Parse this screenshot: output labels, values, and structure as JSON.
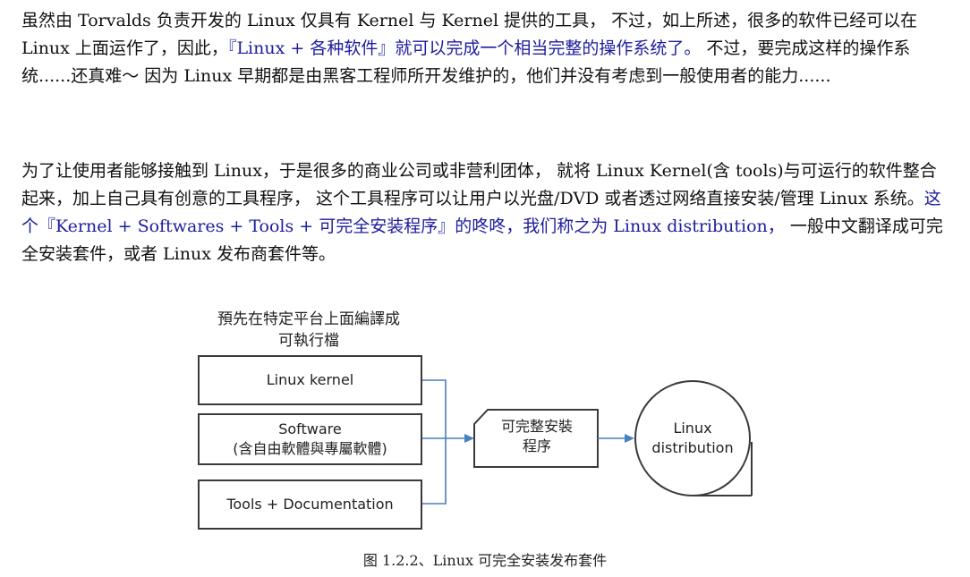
{
  "paragraph1": {
    "part1": "虽然由 Torvalds 负责开发的 Linux 仅具有 Kernel 与 Kernel 提供的工具， 不过，如上所述，很多的软件已经可以在 Linux 上面运作了，因此，",
    "highlight": "『Linux + 各种软件』就可以完成一个相当完整的操作系统了。",
    "part2": " 不过，要完成这样的操作系统......还真难～ 因为 Linux 早期都是由黑客工程师所开发维护的，他们并没有考虑到一般使用者的能力......"
  },
  "paragraph2": {
    "part1": "为了让使用者能够接触到 Linux，于是很多的商业公司或非营利团体， 就将 Linux Kernel(含 tools)与可运行的软件整合起来，加上自己具有创意的工具程序， 这个工具程序可以让用户以光盘/DVD 或者透过网络直接安装/管理 Linux 系统。",
    "highlight": "这个『Kernel + Softwares + Tools + 可完全安装程序』的咚咚，我们称之为 Linux distribution，",
    "part2": " 一般中文翻译成可完全安装套件，或者 Linux 发布商套件等。"
  },
  "figure": {
    "heading_line1": "預先在特定平台上面編譯成",
    "heading_line2": "可執行檔",
    "box_kernel": "Linux kernel",
    "box_software_line1": "Software",
    "box_software_line2": "(含自由軟體與專屬軟體)",
    "box_tools": "Tools + Documentation",
    "installer_line1": "可完整安裝",
    "installer_line2": "程序",
    "distribution_line1": "Linux",
    "distribution_line2": "distribution",
    "colors": {
      "arrow": "#4a7fc1",
      "border": "#3a3a3a"
    }
  },
  "caption": "图 1.2.2、Linux 可完全安装发布套件"
}
